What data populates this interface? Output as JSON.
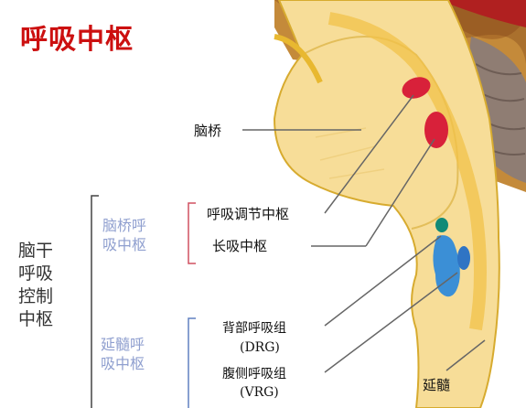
{
  "title": "呼吸中枢",
  "labels": {
    "pons": "脑桥",
    "brainstem_center": [
      "脑干",
      "呼吸",
      "控制",
      "中枢"
    ],
    "pons_group": [
      "脑桥呼",
      "吸中枢"
    ],
    "pneumotaxic": "呼吸调节中枢",
    "apneustic": "长吸中枢",
    "medulla_group": [
      "延髓呼",
      "吸中枢"
    ],
    "drg_name": "背部呼吸组",
    "drg_abbr": "(DRG)",
    "vrg_name": "腹侧呼吸组",
    "vrg_abbr": "(VRG)",
    "medulla": "延髓"
  },
  "colors": {
    "title": "#cc1010",
    "brainstem": "#f7dd98",
    "outline": "#d7ab2f",
    "pons_nucleus": "#d8213a",
    "drg_nucleus": "#118a77",
    "vrg_nucleus": "#3b8fd6",
    "blue_label": "#8f9fcf",
    "bracket_red": "#d05060",
    "bracket_blue": "#6080c0"
  }
}
